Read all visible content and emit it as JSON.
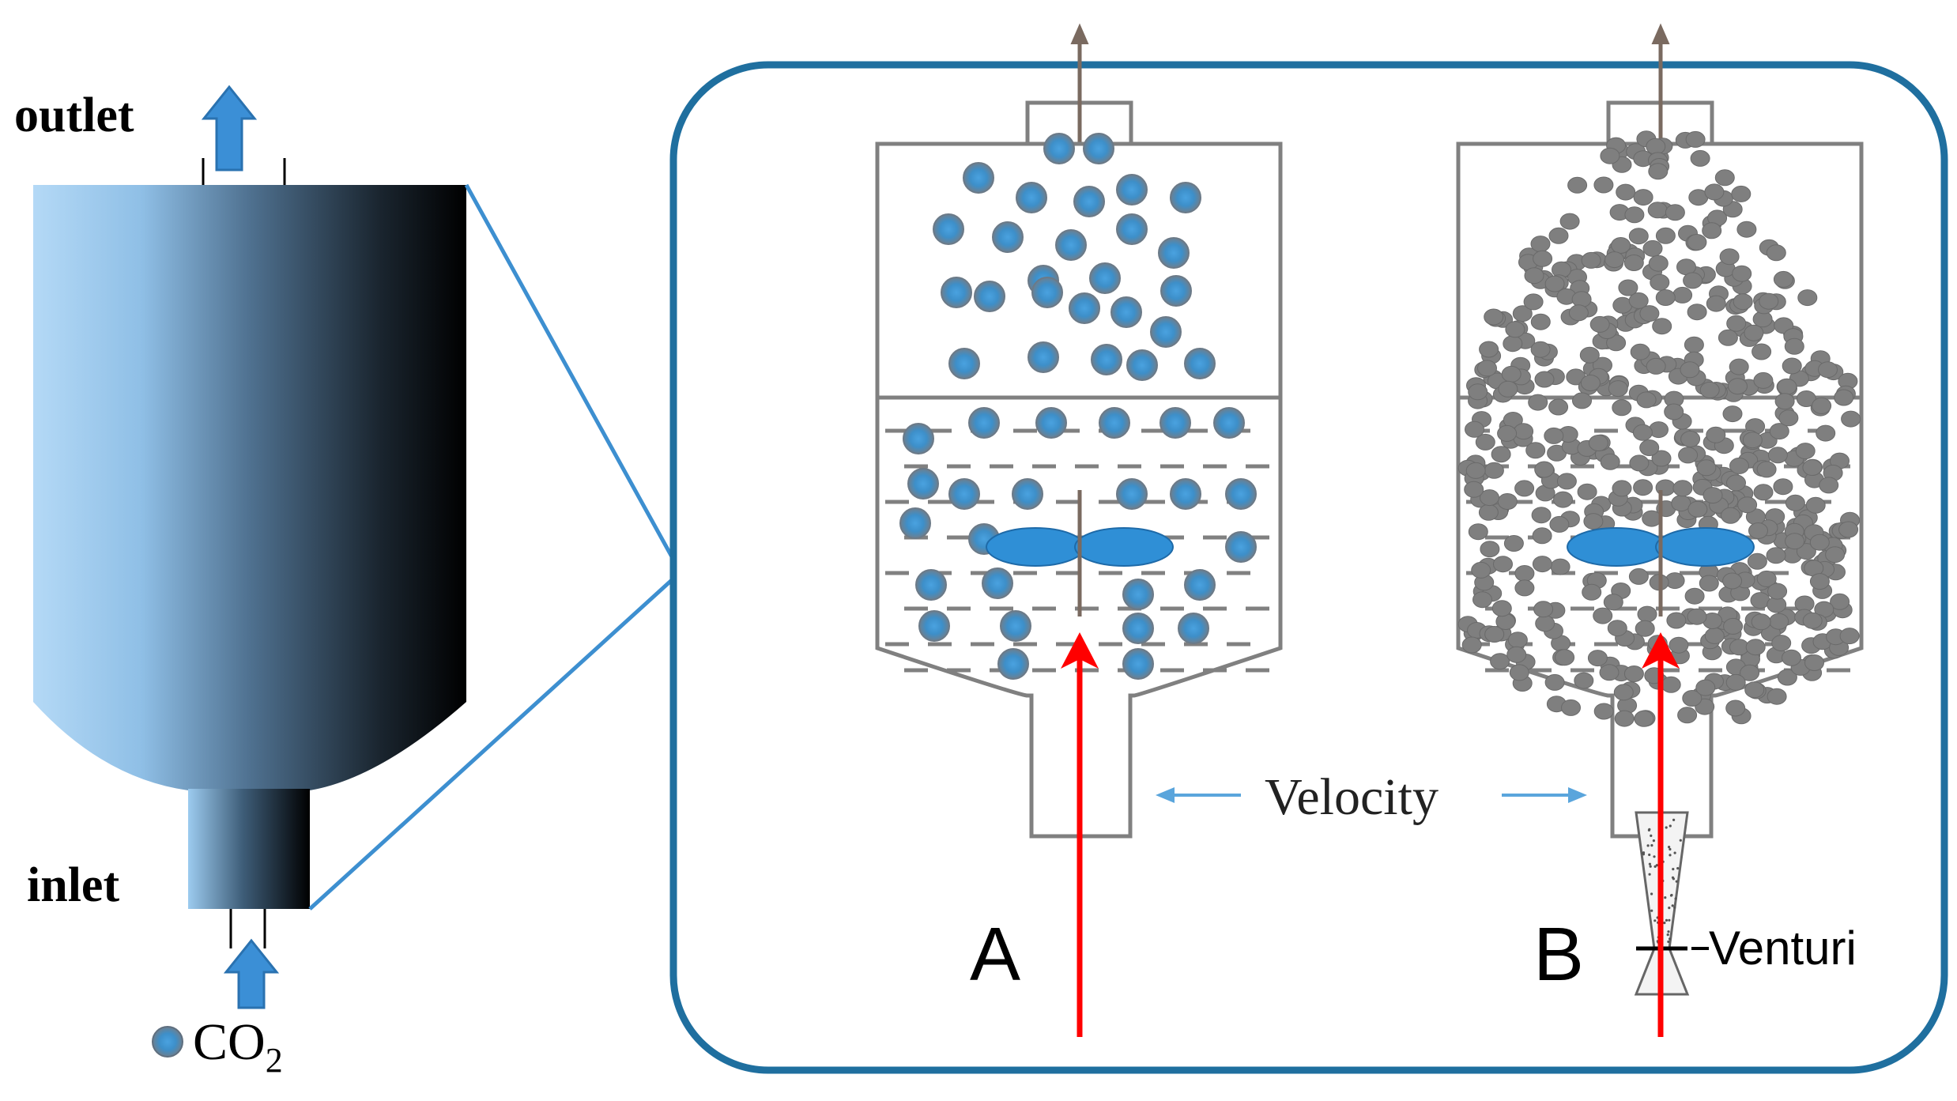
{
  "labels": {
    "outlet": "outlet",
    "inlet": "inlet",
    "co2": "CO",
    "co2_sub": "2",
    "velocity": "Velocity",
    "label_a": "A",
    "label_b": "B",
    "venturi": "Venturi"
  },
  "colors": {
    "frame": "#1f6f9f",
    "zoom_line": "#3d8fd0",
    "vessel_line": "#808080",
    "sparse_particle": "#3d8fc9",
    "dense_particle": "#7f7f7f",
    "impeller": "#2f8fd6",
    "flow_arrow": "#ff0000",
    "velocity_arrow": "#5aa5dc",
    "blue_arrow": "#3b8fd6"
  },
  "icons": {
    "outlet_arrow": "up-arrow-icon",
    "inlet_arrow": "up-arrow-icon",
    "co2_particle": "particle-icon"
  }
}
